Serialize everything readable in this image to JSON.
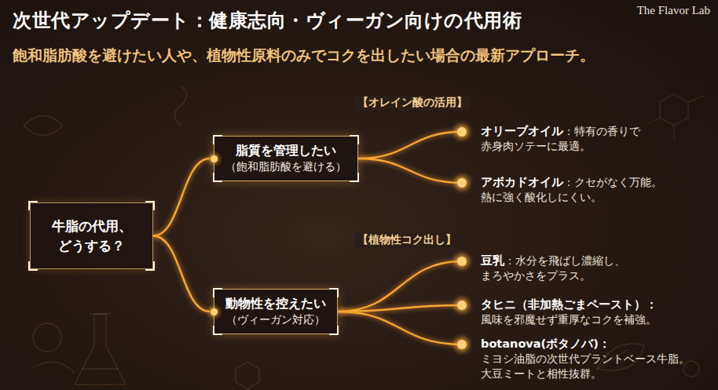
{
  "diagram": {
    "title": "次世代アップデート：健康志向・ヴィーガン向けの代用術",
    "nodes": [
      {
        "text": [
          "牛脂の代用、 どうする？"
        ]
      },
      {
        "text": [
          "脂質を管理したい",
          "（飽和脂肪酸を避ける）"
        ]
      },
      {
        "text": [
          "動物性を控えたい",
          "（ヴィーガン対応）"
        ]
      },
      {
        "text": [
          "オリーブオイル",
          "：特有の香りで 赤身肉ソテーに最適。"
        ]
      },
      {
        "text": [
          "アボカドオイル",
          "：クセがなく万能。 熱に強く酸化しにくい。"
        ]
      },
      {
        "text": [
          "豆乳",
          "：水分を飛ばし濃縮し、 まろやかさをプラス。"
        ]
      },
      {
        "text": [
          "タヒニ（非加熱ごまペースト）：",
          "風味を邪魔せず重厚なコクを補強。"
        ]
      },
      {
        "text": [
          "botanova(ボタノバ)：",
          "ミヨシ油脂の次世代プラントベース牛脂。 大豆ミートと相性抜群。"
        ]
      }
    ],
    "edges": [
      {
        "from": 0,
        "to": 1,
        "arrow": "none"
      },
      {
        "from": 0,
        "to": 2,
        "arrow": "none"
      },
      {
        "from": 1,
        "to": 3,
        "arrow": "none"
      },
      {
        "from": 1,
        "to": 4,
        "arrow": "none"
      },
      {
        "from": 2,
        "to": 5,
        "arrow": "none"
      },
      {
        "from": 2,
        "to": 6,
        "arrow": "none"
      },
      {
        "from": 2,
        "to": 7,
        "arrow": "none"
      }
    ],
    "labels": [
      "The Flavor Lab",
      "飽和脂肪酸を避けたい人や、植物性原料のみでコクを出したい場合の最新アプローチ。",
      "【オレイン酸の活用】",
      "【植物性コク出し】"
    ]
  }
}
